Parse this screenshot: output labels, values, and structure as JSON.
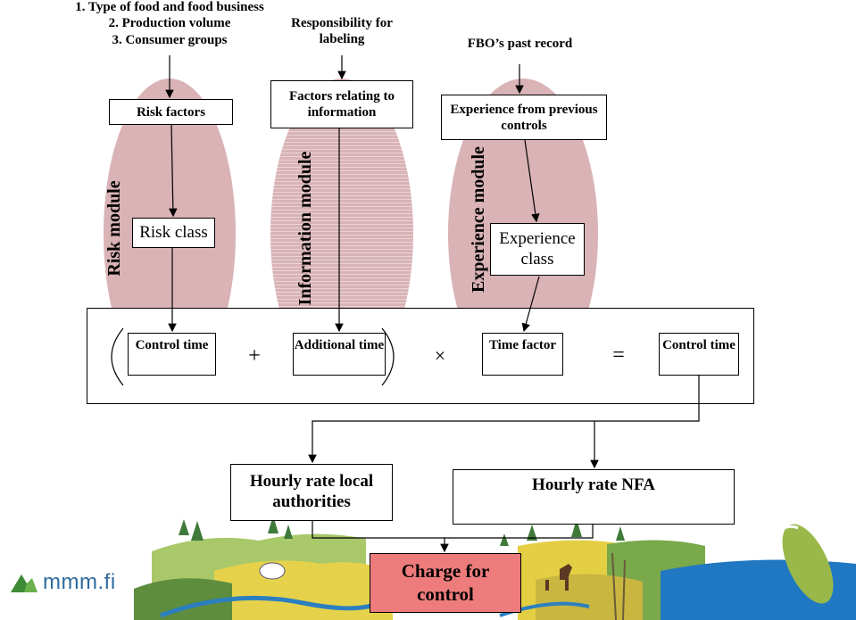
{
  "inputs": {
    "risk_inputs": [
      "1. Type of food and food business",
      "2. Production volume",
      "3. Consumer groups"
    ],
    "information_input": "Responsibility for labeling",
    "experience_input": "FBO’s past record"
  },
  "modules": {
    "risk": {
      "label": "Risk module",
      "factors": "Risk factors",
      "class": "Risk class"
    },
    "information": {
      "label": "Information module",
      "factors": "Factors relating to information"
    },
    "experience": {
      "label": "Experience module",
      "factors": "Experience from previous controls",
      "class": "Experience class"
    }
  },
  "formula": {
    "control_time": "Control time",
    "plus": "+",
    "additional_time": "Additional time",
    "times": "×",
    "time_factor": "Time factor",
    "equals": "=",
    "result": "Control time"
  },
  "rates": {
    "local": "Hourly rate local authorities",
    "nfa": "Hourly rate NFA"
  },
  "charge": "Charge for control",
  "logo": "mmm.fi",
  "colors": {
    "ellipse": "#d9b3b6",
    "charge_fill": "#ee7c7c",
    "logo_green": "#6ab04c"
  }
}
